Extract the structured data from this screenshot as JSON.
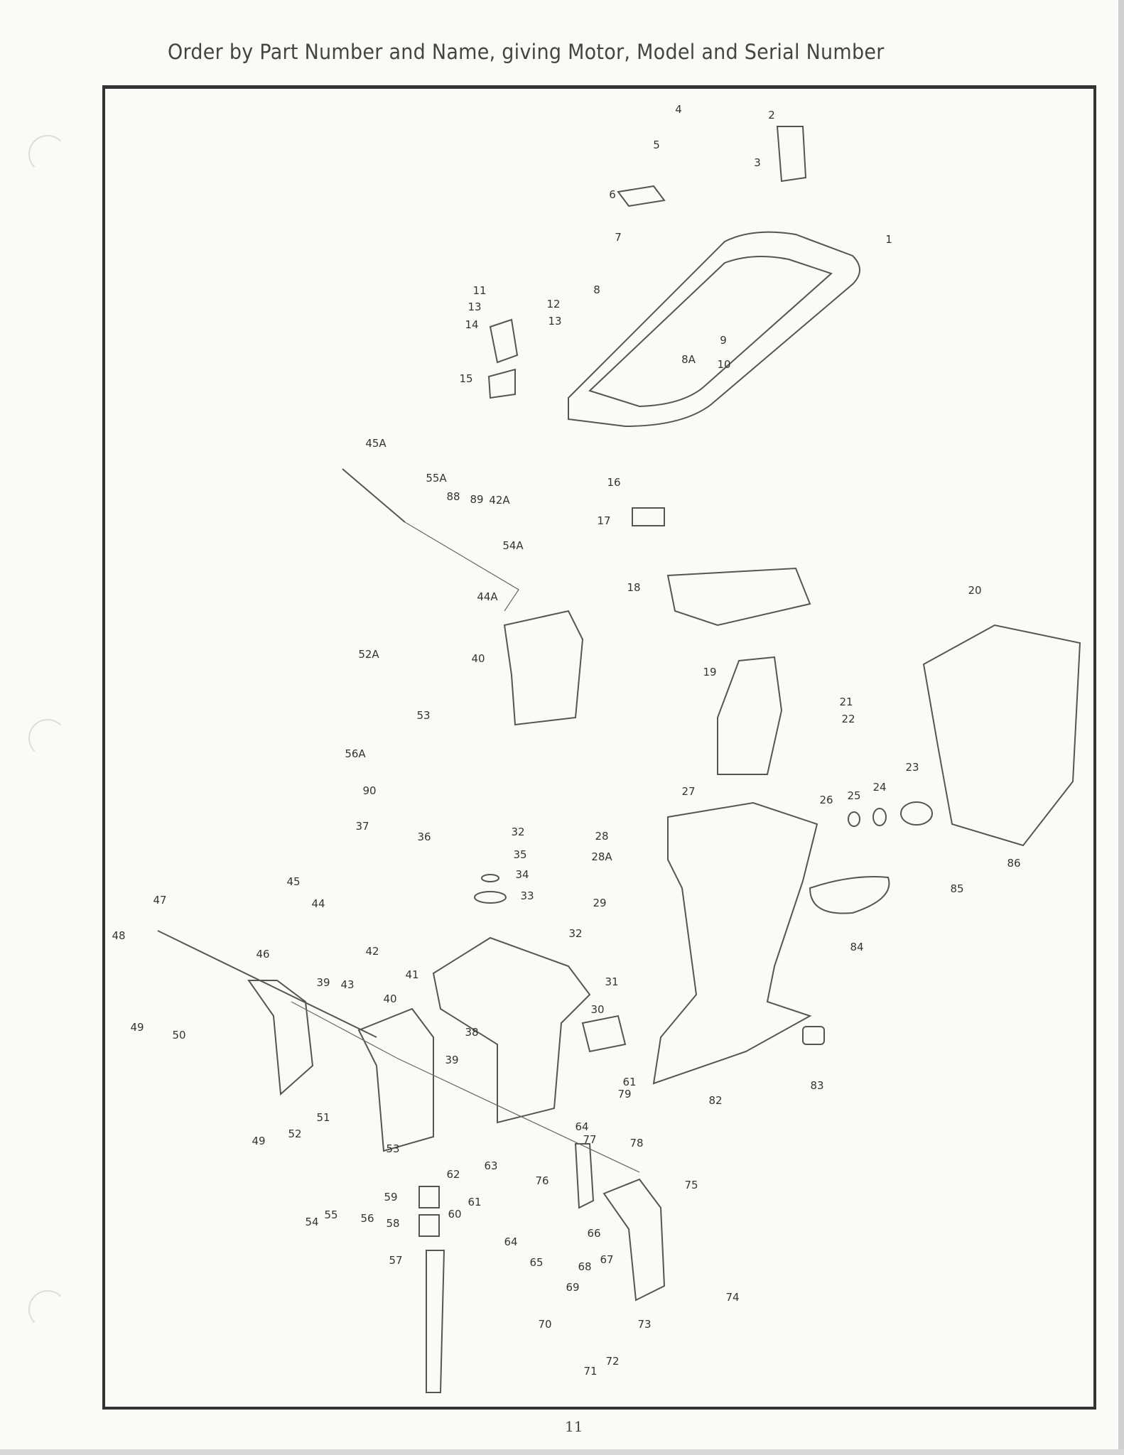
{
  "title": "Order by Part Number and Name, giving Motor, Model and Serial Number",
  "page_number": "11",
  "labels": [
    "4",
    "5",
    "2",
    "3",
    "6",
    "7",
    "1",
    "8",
    "11",
    "13",
    "12",
    "13",
    "14",
    "9",
    "8A",
    "10",
    "15",
    "45A",
    "55A",
    "88",
    "89",
    "42A",
    "54A",
    "44A",
    "16",
    "17",
    "18",
    "20",
    "52A",
    "40",
    "19",
    "21",
    "22",
    "53",
    "56A",
    "90",
    "23",
    "27",
    "26",
    "25",
    "24",
    "86",
    "85",
    "37",
    "36",
    "32",
    "35",
    "34",
    "33",
    "28",
    "28A",
    "29",
    "32",
    "84",
    "45",
    "44",
    "47",
    "48",
    "46",
    "42",
    "41",
    "39",
    "43",
    "40",
    "31",
    "30",
    "49",
    "50",
    "38",
    "39",
    "83",
    "61",
    "79",
    "82",
    "51",
    "64",
    "77",
    "78",
    "49",
    "52",
    "53",
    "63",
    "62",
    "76",
    "75",
    "59",
    "61",
    "60",
    "54",
    "55",
    "56",
    "58",
    "64",
    "66",
    "57",
    "65",
    "68",
    "67",
    "69",
    "74",
    "70",
    "73",
    "71",
    "72"
  ]
}
